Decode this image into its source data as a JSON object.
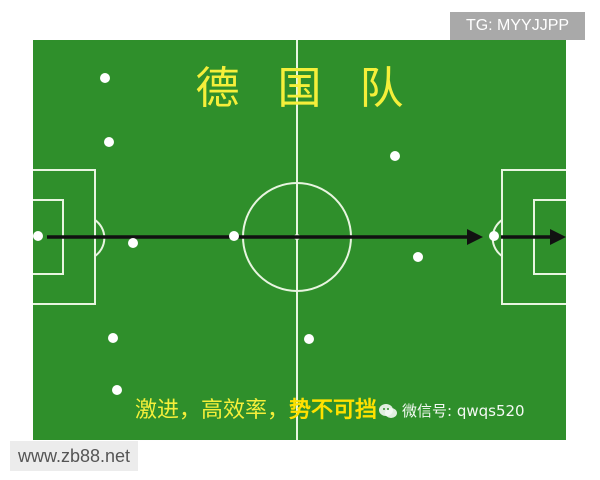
{
  "pitch": {
    "title": "德国队",
    "subtitle_normal": "激进，高效率，",
    "subtitle_emph": "势不可挡",
    "wechat_label": "微信号: qwqs520",
    "colors": {
      "grass": "#2f8f2b",
      "lines": "#e8f5e0",
      "text": "#f5ef3a",
      "arrow": "#111111",
      "player": "#ffffff"
    }
  },
  "watermarks": {
    "tg": "TG: MYYJJPP",
    "site": "www.zb88.net"
  }
}
